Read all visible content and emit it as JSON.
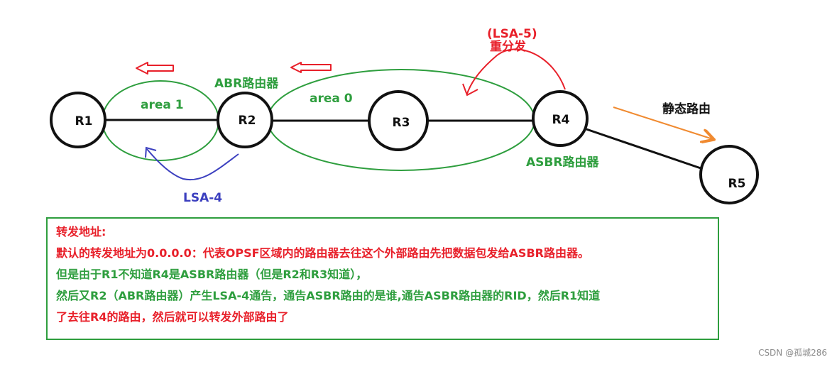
{
  "colors": {
    "green": "#2e9e3e",
    "red": "#e8202a",
    "blue": "#3b3fbf",
    "orange": "#f08a30",
    "black": "#111111"
  },
  "routers": [
    "R1",
    "R2",
    "R3",
    "R4",
    "R5"
  ],
  "labels": {
    "area1": "area 1",
    "area0": "area 0",
    "abr": "ABR路由器",
    "asbr": "ASBR路由器",
    "lsa4": "LSA-4",
    "lsa5": "(LSA-5)",
    "redistribute": "重分发",
    "static_route": "静态路由"
  },
  "note": {
    "lines": [
      "转发地址:",
      "默认的转发地址为0.0.0.0：代表OPSF区域内的路由器去往这个外部路由先把数据包发给ASBR路由器。",
      "但是由于R1不知道R4是ASBR路由器（但是R2和R3知道），",
      "然后又R2（ABR路由器）产生LSA-4通告，通告ASBR路由的是谁,通告ASBR路由器的RID，然后R1知道",
      "了去往R4的路由，然后就可以转发外部路由了"
    ],
    "line_colors": [
      "#e8202a",
      "#e8202a",
      "#2e9e3e",
      "#2e9e3e",
      "#e8202a"
    ]
  },
  "watermark": "CSDN @孤城286"
}
